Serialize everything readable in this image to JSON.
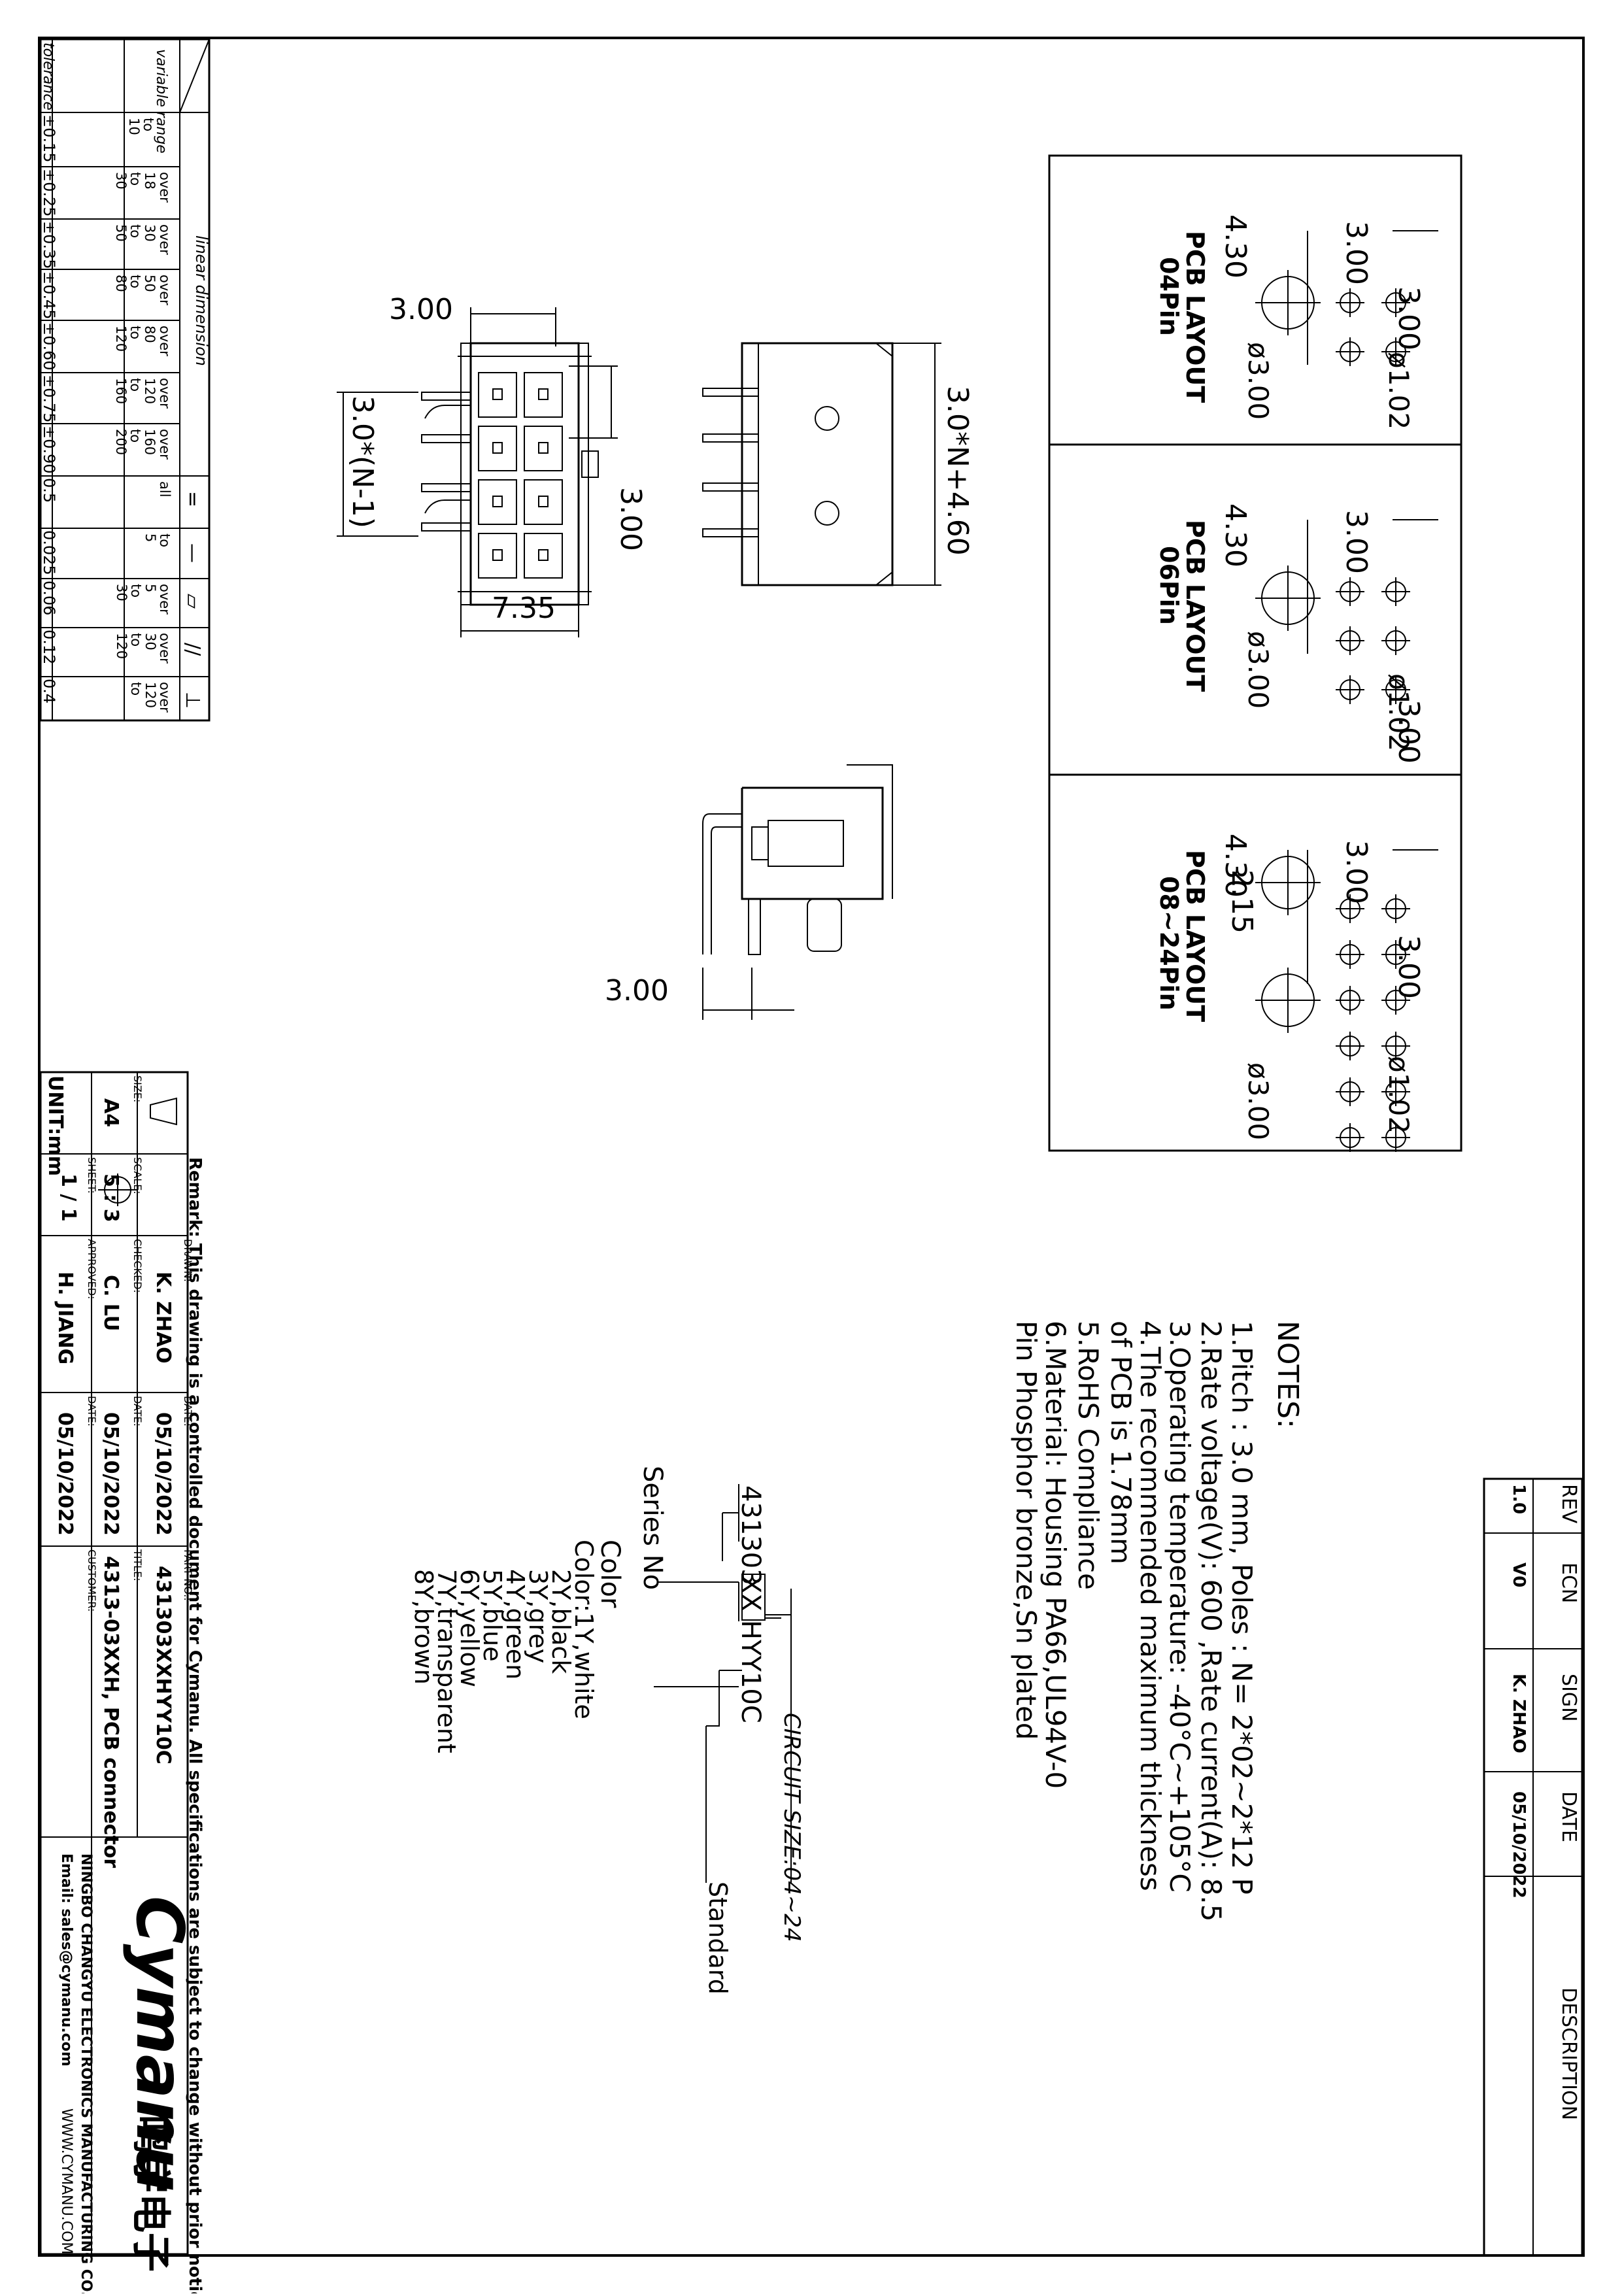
{
  "notes": {
    "heading": "NOTES:",
    "items": [
      "1.Pitch : 3.0   mm, Poles : N= 2*02~2*12  P",
      "2.Rate voltage(V): 600  ,Rate current(A): 8.5",
      "3.Operating temperature: -40°C~+105°C",
      "4.The recommended maximum thickness",
      "   of PCB is 1.78mm",
      "5.RoHS Compliance",
      "6.Material: Housing   PA66,UL94V-0",
      "                 Pin        Phosphor bronze,Sn plated"
    ]
  },
  "part_code": {
    "code_prefix": "431303",
    "code_boxed": "XX",
    "code_suffix": "HYY10C",
    "circuit_label": "CIRCUIT SIZE:04~24",
    "standard_label": "Standard",
    "series_label": "Series No",
    "color_label": "Color",
    "colors": [
      "Color:1Y,white",
      "2Y,black",
      "3Y,grey",
      "4Y,green",
      "5Y,blue",
      "6Y,yellow",
      "7Y,transparent",
      "8Y,brown"
    ]
  },
  "revision": {
    "headers": [
      "REV",
      "ECN",
      "SIGN",
      "DATE",
      "DESCRIPTION"
    ],
    "row": [
      "1.0",
      "V0",
      "K. ZHAO",
      "05/10/2022",
      ""
    ]
  },
  "title_block": {
    "remark": "Remark: This drawing is a controlled document for Cymanu. All specifications are subject to change without prior notice.",
    "drawn_label": "DRAWN:",
    "drawn": "K. ZHAO",
    "checked_label": "CHECKED:",
    "checked": "C. LU",
    "approved_label": "APPROVED:",
    "approved": "H. JIANG",
    "date_label": "DATE:",
    "date1": "05/10/2022",
    "date2": "05/10/2022",
    "date3": "05/10/2022",
    "part_no_label": "PART NO.:",
    "part_no": "431303XXHYY10C",
    "title_label": "TITLE:",
    "title": "4313-03XXH, PCB connector",
    "customer_label": "CUSTOMER:",
    "size_label": "SIZE:",
    "size": "A4",
    "scale_label": "SCALE:",
    "scale": "5 : 3",
    "sheet_label": "SHEET:",
    "sheet": "1 / 1",
    "unit": "UNIT:mm",
    "company_logo": "Cymanu",
    "company_cn": "鸣宇电子",
    "company_name": "NINGBO CHANGYU ELECTRONICS MANUFACTURING CO., LTD",
    "email": "Email: sales@cymanu.com",
    "website": "WWW.CYMANU.COM"
  },
  "tolerance": {
    "linear_label": "linear dimension",
    "variable_range": "variable range",
    "tolerance_label": "tolerance",
    "ranges": [
      [
        "",
        "to",
        "10"
      ],
      [
        "over",
        "18",
        "to",
        "30"
      ],
      [
        "over",
        "30",
        "to",
        "50"
      ],
      [
        "over",
        "50",
        "to",
        "80"
      ],
      [
        "over",
        "80",
        "to",
        "120"
      ],
      [
        "over",
        "120",
        "to",
        "160"
      ],
      [
        "over",
        "160",
        "to",
        "200"
      ]
    ],
    "values": [
      "±0.15",
      "±0.25",
      "±0.35",
      "±0.45",
      "±0.60",
      "±0.75",
      "±0.90"
    ],
    "geo_ranges": [
      "all",
      "to 5",
      "over 5 to 30",
      "over 30 to 120",
      "over 120 to"
    ],
    "geo_values": [
      "0.5",
      "0.025",
      "0.06",
      "0.12",
      "0.4"
    ],
    "geo_symbols": [
      "=",
      "—",
      "▱",
      "//",
      "⊥"
    ]
  },
  "pcb_layouts": [
    {
      "title": "PCB  LAYOUT",
      "pins": "04Pin",
      "d1": "4.30",
      "d2": "3.00",
      "d3": "3.00",
      "hole_small": "ø1.02",
      "hole_big": "ø3.00"
    },
    {
      "title": "PCB  LAYOUT",
      "pins": "06Pin",
      "d1": "4.30",
      "d2": "3.00",
      "d3": "3.00",
      "hole_small": "ø1.02",
      "hole_big": "ø3.00"
    },
    {
      "title": "PCB  LAYOUT",
      "pins": "08~24Pin",
      "d1": "4.30",
      "d2": "3.00",
      "d3": "3.00",
      "d4": "2.15",
      "hole_small": "ø1.02",
      "hole_big": "ø3.00"
    }
  ],
  "dims": {
    "top_pitch": "3.00",
    "n_minus": "3.0*(N-1)",
    "row_pitch": "3.00",
    "width": "7.35",
    "overall": "3.0*N+4.60",
    "side_pitch": "3.00"
  }
}
